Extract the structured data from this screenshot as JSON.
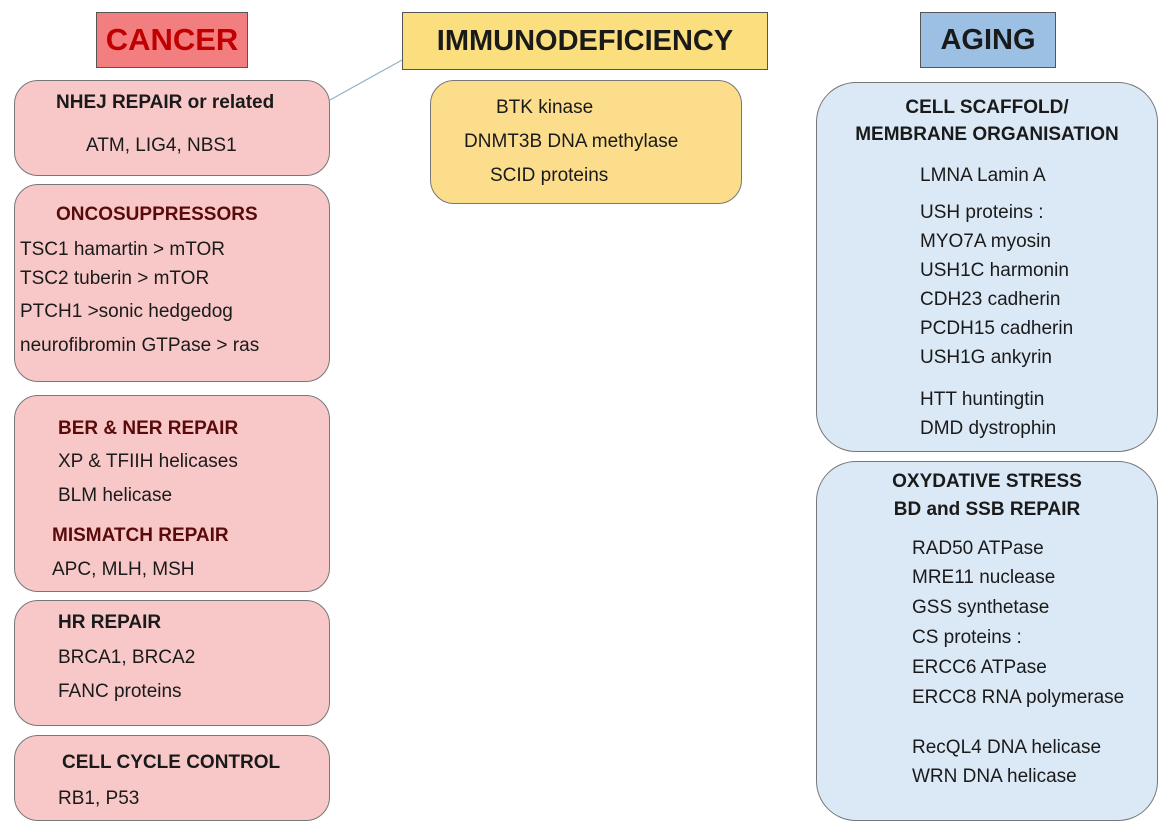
{
  "headers": {
    "cancer": "CANCER",
    "immunodeficiency": "IMMUNODEFICIENCY",
    "aging": "AGING"
  },
  "colors": {
    "cancer_header": "#f27e80",
    "cancer_header_text": "#c00000",
    "cancer_box": "#f8c8c8",
    "immuno_header": "#fbde7e",
    "immuno_box": "#fbdd8c",
    "aging_header": "#9cc0e4",
    "aging_box": "#dbe8f5"
  },
  "cancer": {
    "nhej": {
      "title": "NHEJ REPAIR or related",
      "items": [
        "ATM, LIG4, NBS1"
      ]
    },
    "onco": {
      "title": "ONCOSUPPRESSORS",
      "items": [
        "TSC1 hamartin > mTOR",
        "TSC2 tuberin > mTOR",
        "PTCH1 >sonic hedgedog",
        "neurofibromin GTPase > ras"
      ]
    },
    "ber": {
      "title": "BER & NER REPAIR",
      "items": [
        "XP & TFIIH helicases",
        "BLM helicase"
      ],
      "title2": "MISMATCH REPAIR",
      "items2": [
        "APC, MLH, MSH"
      ]
    },
    "hr": {
      "title": "HR REPAIR",
      "items": [
        "BRCA1, BRCA2",
        "FANC proteins"
      ]
    },
    "cycle": {
      "title": "CELL CYCLE CONTROL",
      "items": [
        "RB1, P53"
      ]
    }
  },
  "immunodeficiency": {
    "items": [
      "BTK kinase",
      "DNMT3B DNA methylase",
      "SCID proteins"
    ]
  },
  "aging": {
    "scaffold": {
      "title_line1": "CELL SCAFFOLD/",
      "title_line2": "MEMBRANE ORGANISATION",
      "items": [
        "LMNA Lamin A",
        "USH proteins :",
        "MYO7A myosin",
        "USH1C harmonin",
        "CDH23 cadherin",
        "PCDH15 cadherin",
        "USH1G ankyrin",
        "HTT huntingtin",
        "DMD dystrophin"
      ]
    },
    "oxidative": {
      "title_line1": "OXYDATIVE STRESS",
      "title_line2": "BD and SSB REPAIR",
      "items": [
        "RAD50 ATPase",
        "MRE11 nuclease",
        "GSS synthetase",
        "CS proteins :",
        "ERCC6 ATPase",
        "ERCC8 RNA polymerase",
        "RecQL4 DNA helicase",
        "WRN DNA helicase"
      ]
    }
  }
}
